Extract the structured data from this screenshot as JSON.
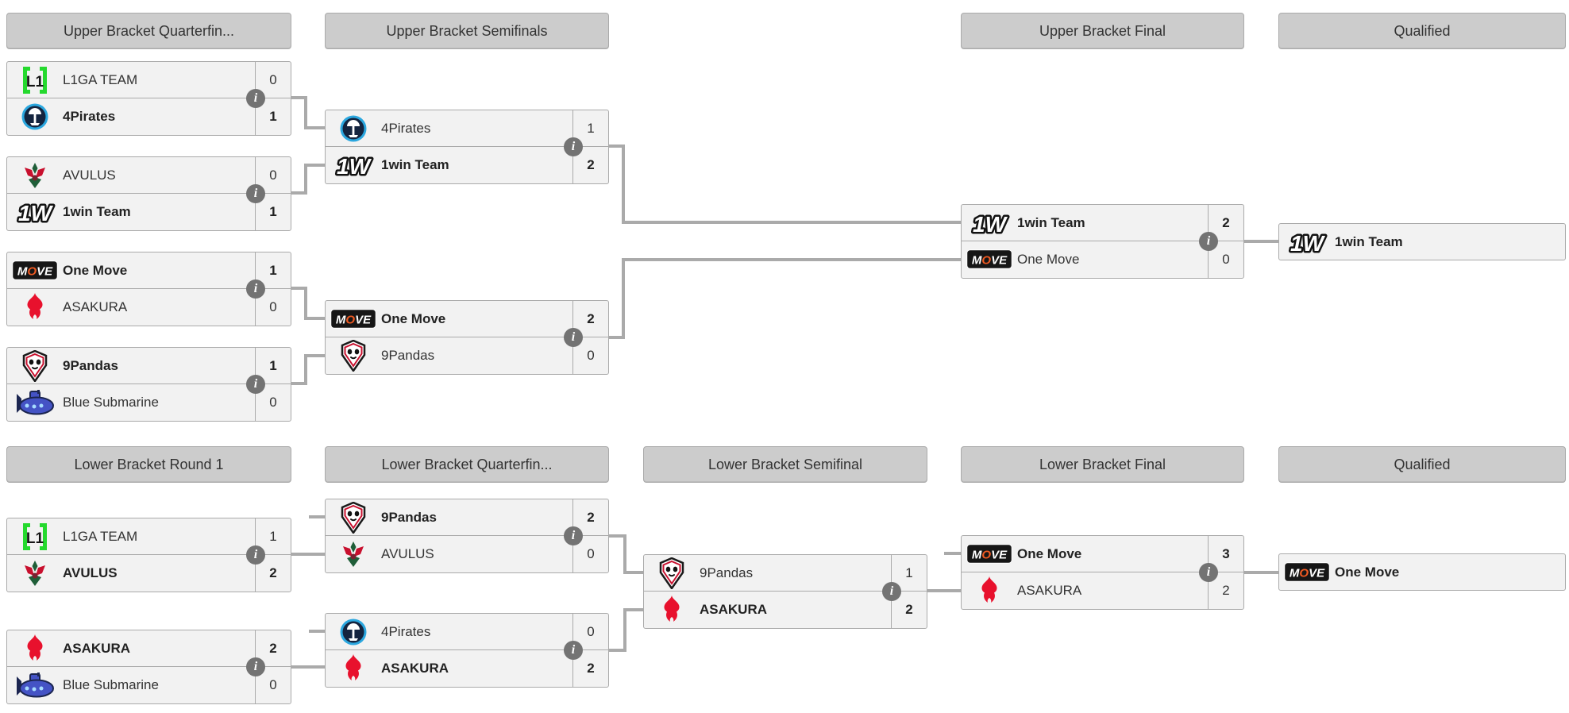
{
  "page": {
    "background": "#ffffff"
  },
  "colors": {
    "header_bg": "#cccccc",
    "box_bg": "#f2f2f2",
    "border_gray": "#aaaaaa",
    "connector_gray": "#aaaaaa",
    "text": "#333333",
    "info_icon_bg": "#737373",
    "l1ga_green": "#25d92e",
    "asakura_red": "#e8112d",
    "onemove_orange": "#f05a22",
    "pirates_blue": "#2ba7df",
    "pirates_navy": "#14243f",
    "avulus_red": "#c8102e",
    "avulus_green": "#1f5e38",
    "submarine_blue": "#4453c5",
    "pandas_red": "#c8102e"
  },
  "info_icon_glyph": "i",
  "headers": {
    "ub_qf": "Upper Bracket Quarterfin...",
    "ub_sf": "Upper Bracket Semifinals",
    "ub_final": "Upper Bracket Final",
    "ub_qualified": "Qualified",
    "lb_r1": "Lower Bracket Round 1",
    "lb_qf": "Lower Bracket Quarterfin...",
    "lb_sf": "Lower Bracket Semifinal",
    "lb_final": "Lower Bracket Final",
    "lb_qualified": "Qualified"
  },
  "matches": {
    "ub_qf1": {
      "t1": {
        "name": "L1GA TEAM",
        "score": "0",
        "winner": false,
        "logo": "l1ga"
      },
      "t2": {
        "name": "4Pirates",
        "score": "1",
        "winner": true,
        "logo": "pirates"
      }
    },
    "ub_qf2": {
      "t1": {
        "name": "AVULUS",
        "score": "0",
        "winner": false,
        "logo": "avulus"
      },
      "t2": {
        "name": "1win Team",
        "score": "1",
        "winner": true,
        "logo": "onewin"
      }
    },
    "ub_qf3": {
      "t1": {
        "name": "One Move",
        "score": "1",
        "winner": true,
        "logo": "onemove"
      },
      "t2": {
        "name": "ASAKURA",
        "score": "0",
        "winner": false,
        "logo": "asakura"
      }
    },
    "ub_qf4": {
      "t1": {
        "name": "9Pandas",
        "score": "1",
        "winner": true,
        "logo": "pandas"
      },
      "t2": {
        "name": "Blue Submarine",
        "score": "0",
        "winner": false,
        "logo": "bluesub"
      }
    },
    "ub_sf1": {
      "t1": {
        "name": "4Pirates",
        "score": "1",
        "winner": false,
        "logo": "pirates"
      },
      "t2": {
        "name": "1win Team",
        "score": "2",
        "winner": true,
        "logo": "onewin"
      }
    },
    "ub_sf2": {
      "t1": {
        "name": "One Move",
        "score": "2",
        "winner": true,
        "logo": "onemove"
      },
      "t2": {
        "name": "9Pandas",
        "score": "0",
        "winner": false,
        "logo": "pandas"
      }
    },
    "ub_final": {
      "t1": {
        "name": "1win Team",
        "score": "2",
        "winner": true,
        "logo": "onewin"
      },
      "t2": {
        "name": "One Move",
        "score": "0",
        "winner": false,
        "logo": "onemove"
      }
    },
    "ub_qualified": {
      "name": "1win Team",
      "winner": true,
      "logo": "onewin"
    },
    "lb_r1m1": {
      "t1": {
        "name": "L1GA TEAM",
        "score": "1",
        "winner": false,
        "logo": "l1ga"
      },
      "t2": {
        "name": "AVULUS",
        "score": "2",
        "winner": true,
        "logo": "avulus"
      }
    },
    "lb_r1m2": {
      "t1": {
        "name": "ASAKURA",
        "score": "2",
        "winner": true,
        "logo": "asakura"
      },
      "t2": {
        "name": "Blue Submarine",
        "score": "0",
        "winner": false,
        "logo": "bluesub"
      }
    },
    "lb_qf1": {
      "t1": {
        "name": "9Pandas",
        "score": "2",
        "winner": true,
        "logo": "pandas"
      },
      "t2": {
        "name": "AVULUS",
        "score": "0",
        "winner": false,
        "logo": "avulus"
      }
    },
    "lb_qf2": {
      "t1": {
        "name": "4Pirates",
        "score": "0",
        "winner": false,
        "logo": "pirates"
      },
      "t2": {
        "name": "ASAKURA",
        "score": "2",
        "winner": true,
        "logo": "asakura"
      }
    },
    "lb_sf": {
      "t1": {
        "name": "9Pandas",
        "score": "1",
        "winner": false,
        "logo": "pandas"
      },
      "t2": {
        "name": "ASAKURA",
        "score": "2",
        "winner": true,
        "logo": "asakura"
      }
    },
    "lb_final": {
      "t1": {
        "name": "One Move",
        "score": "3",
        "winner": true,
        "logo": "onemove"
      },
      "t2": {
        "name": "ASAKURA",
        "score": "2",
        "winner": false,
        "logo": "asakura"
      }
    },
    "lb_qualified": {
      "name": "One Move",
      "winner": true,
      "logo": "onemove"
    }
  }
}
